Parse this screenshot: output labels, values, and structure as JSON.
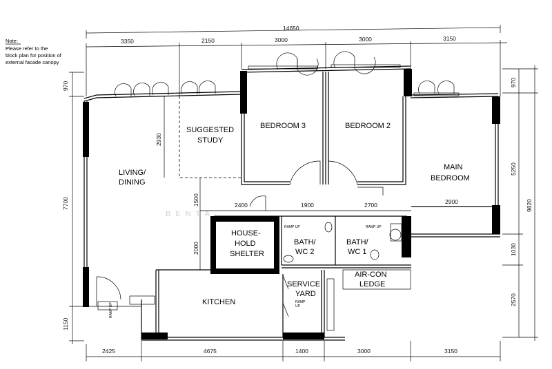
{
  "note": {
    "heading": "Note:",
    "lines": [
      "Please refer to the",
      "block plan for position of",
      "external facade canopy"
    ]
  },
  "watermark": "B E N  T A",
  "dimensions": {
    "overall_width": "14650",
    "top": [
      "3350",
      "2150",
      "3000",
      "3000",
      "3150"
    ],
    "bottom": [
      "2425",
      "4675",
      "1400",
      "3000",
      "3150"
    ],
    "left": [
      "970",
      "7700",
      "1150"
    ],
    "right": [
      "970",
      "5250",
      "1030",
      "2570"
    ],
    "right_overall": "9820",
    "interior": {
      "study_depth": "2930",
      "corridor_1500": "1500",
      "shelter_height": "2000",
      "shelter_width": "2400",
      "bath2_width": "1900",
      "bath1_width": "2700",
      "main_bed_width": "2900"
    }
  },
  "rooms": {
    "living": [
      "LIVING/",
      "DINING"
    ],
    "study": [
      "SUGGESTED",
      "STUDY"
    ],
    "bedroom3": "BEDROOM 3",
    "bedroom2": "BEDROOM 2",
    "main_bedroom": [
      "MAIN",
      "BEDROOM"
    ],
    "shelter": [
      "HOUSE-",
      "HOLD",
      "SHELTER"
    ],
    "bath2": [
      "BATH/",
      "WC 2"
    ],
    "bath1": [
      "BATH/",
      "WC 1"
    ],
    "aircon": [
      "AIR-CON",
      "LEDGE"
    ],
    "service": [
      "SERVICE",
      "YARD"
    ],
    "kitchen": "KITCHEN"
  },
  "ramps": {
    "bath2": "RAMP UP",
    "bath1": "RAMP UP",
    "service_upper": "RAMP",
    "service_lower": "UP",
    "entrance": "RAMP UP"
  }
}
